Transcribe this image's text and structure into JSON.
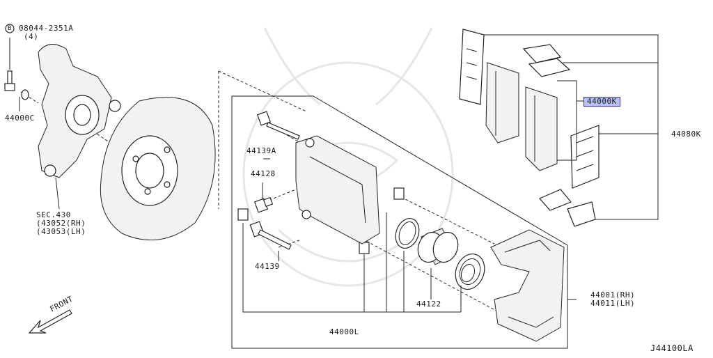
{
  "labels": {
    "bolt_ref": "08044-2351A",
    "bolt_qty": "(4)",
    "bolt_prefix": "B",
    "washer": "44000C",
    "sec": "SEC.430",
    "knuckle_rh": "(43052(RH)",
    "knuckle_lh": "(43053(LH)",
    "pin_a": "44139A",
    "bushing": "44128",
    "pin": "44139",
    "piston": "44122",
    "caliper_assy": "44000L",
    "pad_kit": "44000K",
    "shim_kit": "44080K",
    "bracket_rh": "44001(RH)",
    "bracket_lh": "44011(LH)",
    "front": "FRONT",
    "diagram_id": "J44100LA"
  },
  "colors": {
    "highlight": "#b8bff2",
    "line": "#222222"
  }
}
